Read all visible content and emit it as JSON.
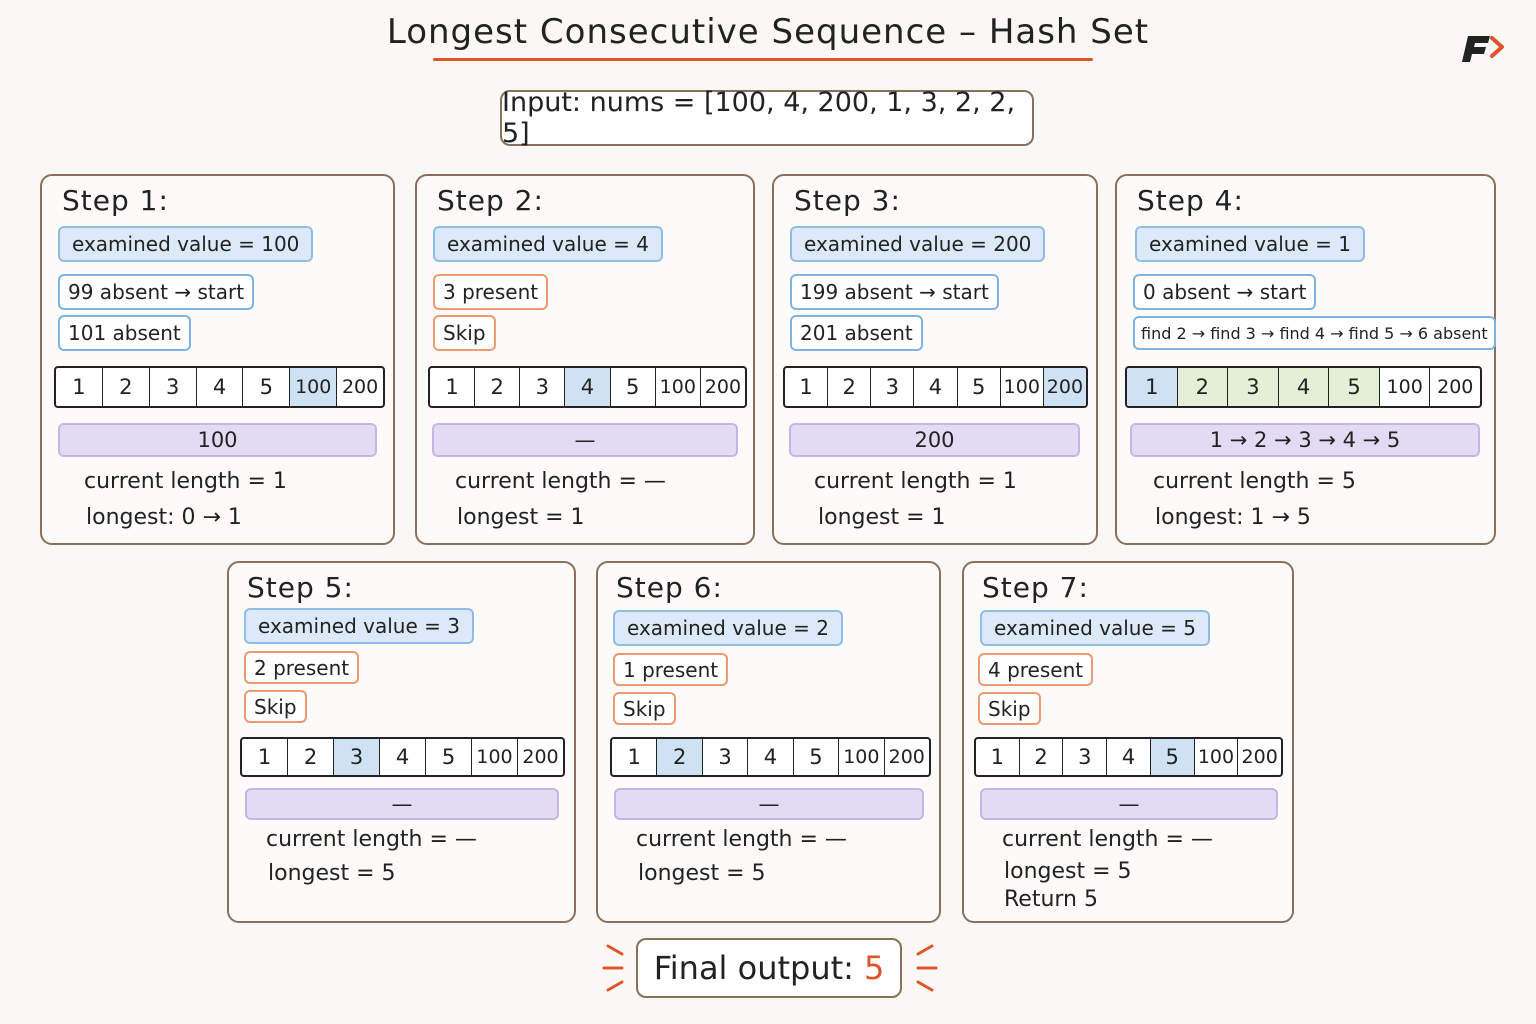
{
  "title": "Longest Consecutive Sequence – Hash Set",
  "input": "Input: nums = [100, 4, 200, 1, 3, 2, 2, 5]",
  "logo_icon": "brand-logo-icon",
  "colors": {
    "accent": "#e0542b",
    "blue": "#cfe2f3",
    "green": "#e3efd6",
    "purple": "#e3dbf4"
  },
  "array": [
    "1",
    "2",
    "3",
    "4",
    "5",
    "100",
    "200"
  ],
  "steps": [
    {
      "title": "Step 1:",
      "examined": "examined value = 100",
      "check1": "99 absent → start",
      "check2": "101 absent",
      "highlight": [
        "100"
      ],
      "sequence": "100",
      "current": "current length = 1",
      "longest": "longest: 0 → 1"
    },
    {
      "title": "Step 2:",
      "examined": "examined value = 4",
      "check1": "3 present",
      "check2": "Skip",
      "highlight": [
        "4"
      ],
      "sequence": "—",
      "current": "current length = —",
      "longest": "longest = 1"
    },
    {
      "title": "Step 3:",
      "examined": "examined value = 200",
      "check1": "199 absent → start",
      "check2": "201 absent",
      "highlight": [
        "200"
      ],
      "sequence": "200",
      "current": "current length = 1",
      "longest": "longest = 1"
    },
    {
      "title": "Step 4:",
      "examined": "examined value = 1",
      "check1": "0 absent → start",
      "check2": "find 2 → find 3 → find 4 → find 5 → 6 absent",
      "highlight": [
        "1"
      ],
      "green": [
        "2",
        "3",
        "4",
        "5"
      ],
      "sequence": "1 → 2 → 3 → 4 → 5",
      "current": "current length = 5",
      "longest": "longest: 1 → 5"
    },
    {
      "title": "Step 5:",
      "examined": "examined value = 3",
      "check1": "2 present",
      "check2": "Skip",
      "highlight": [
        "3"
      ],
      "sequence": "—",
      "current": "current length = —",
      "longest": "longest = 5"
    },
    {
      "title": "Step 6:",
      "examined": "examined value = 2",
      "check1": "1 present",
      "check2": "Skip",
      "highlight": [
        "2"
      ],
      "sequence": "—",
      "current": "current length = —",
      "longest": "longest = 5"
    },
    {
      "title": "Step 7:",
      "examined": "examined value = 5",
      "check1": "4 present",
      "check2": "Skip",
      "highlight": [
        "5"
      ],
      "sequence": "—",
      "current": "current length = —",
      "longest": "longest = 5",
      "extra": "Return 5"
    }
  ],
  "final_label": "Final output:",
  "final_value": "5"
}
